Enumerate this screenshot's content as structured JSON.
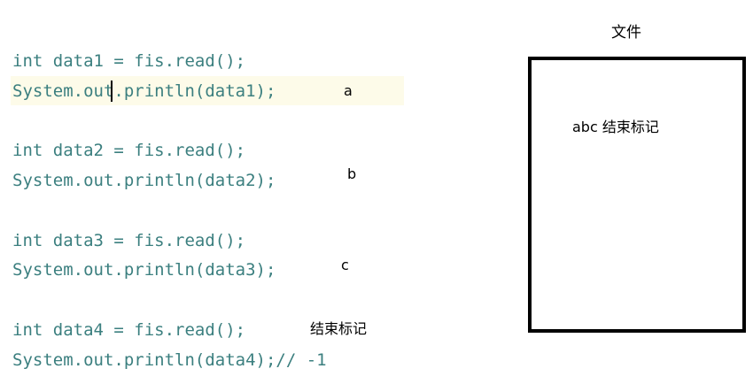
{
  "code": {
    "lines": [
      "int data1 = fis.read();",
      "System.out.println(data1);",
      "int data2 = fis.read();",
      "System.out.println(data2);",
      "int data3 = fis.read();",
      "System.out.println(data3);",
      "int data4 = fis.read();",
      "System.out.println(data4);// -1"
    ],
    "annotations": [
      "a",
      "b",
      "c",
      "结束标记"
    ]
  },
  "file": {
    "title": "文件",
    "content": "abc 结束标记"
  },
  "colors": {
    "code_text": "#3b7f7f",
    "line_highlight": "#fdfbe9",
    "box_border": "#000000"
  }
}
